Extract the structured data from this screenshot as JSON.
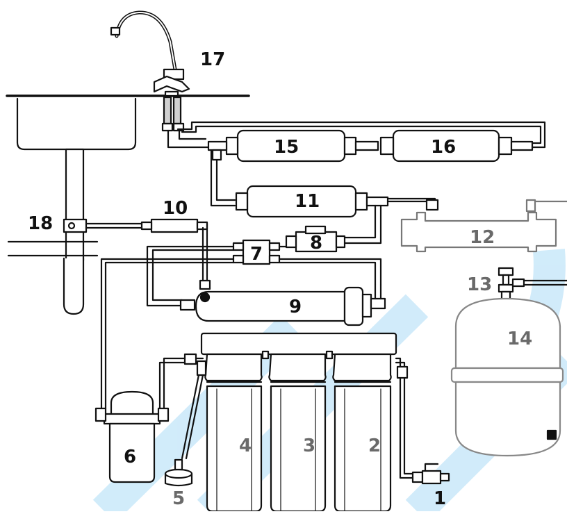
{
  "colors": {
    "line": "#111111",
    "fill": "#ffffff",
    "watermark": "#7fc8f2",
    "label": "#111111",
    "label_light": "#6a6a6a"
  },
  "icons": {
    "faucet": "faucet-icon",
    "sink": "sink-icon",
    "tank": "storage-tank-icon",
    "valve": "ball-valve-icon"
  },
  "labels": {
    "n1": "1",
    "n2": "2",
    "n3": "3",
    "n4": "4",
    "n5": "5",
    "n6": "6",
    "n7": "7",
    "n8": "8",
    "n9": "9",
    "n10": "10",
    "n11": "11",
    "n12": "12",
    "n13": "13",
    "n14": "14",
    "n15": "15",
    "n16": "16",
    "n17": "17",
    "n18": "18"
  }
}
